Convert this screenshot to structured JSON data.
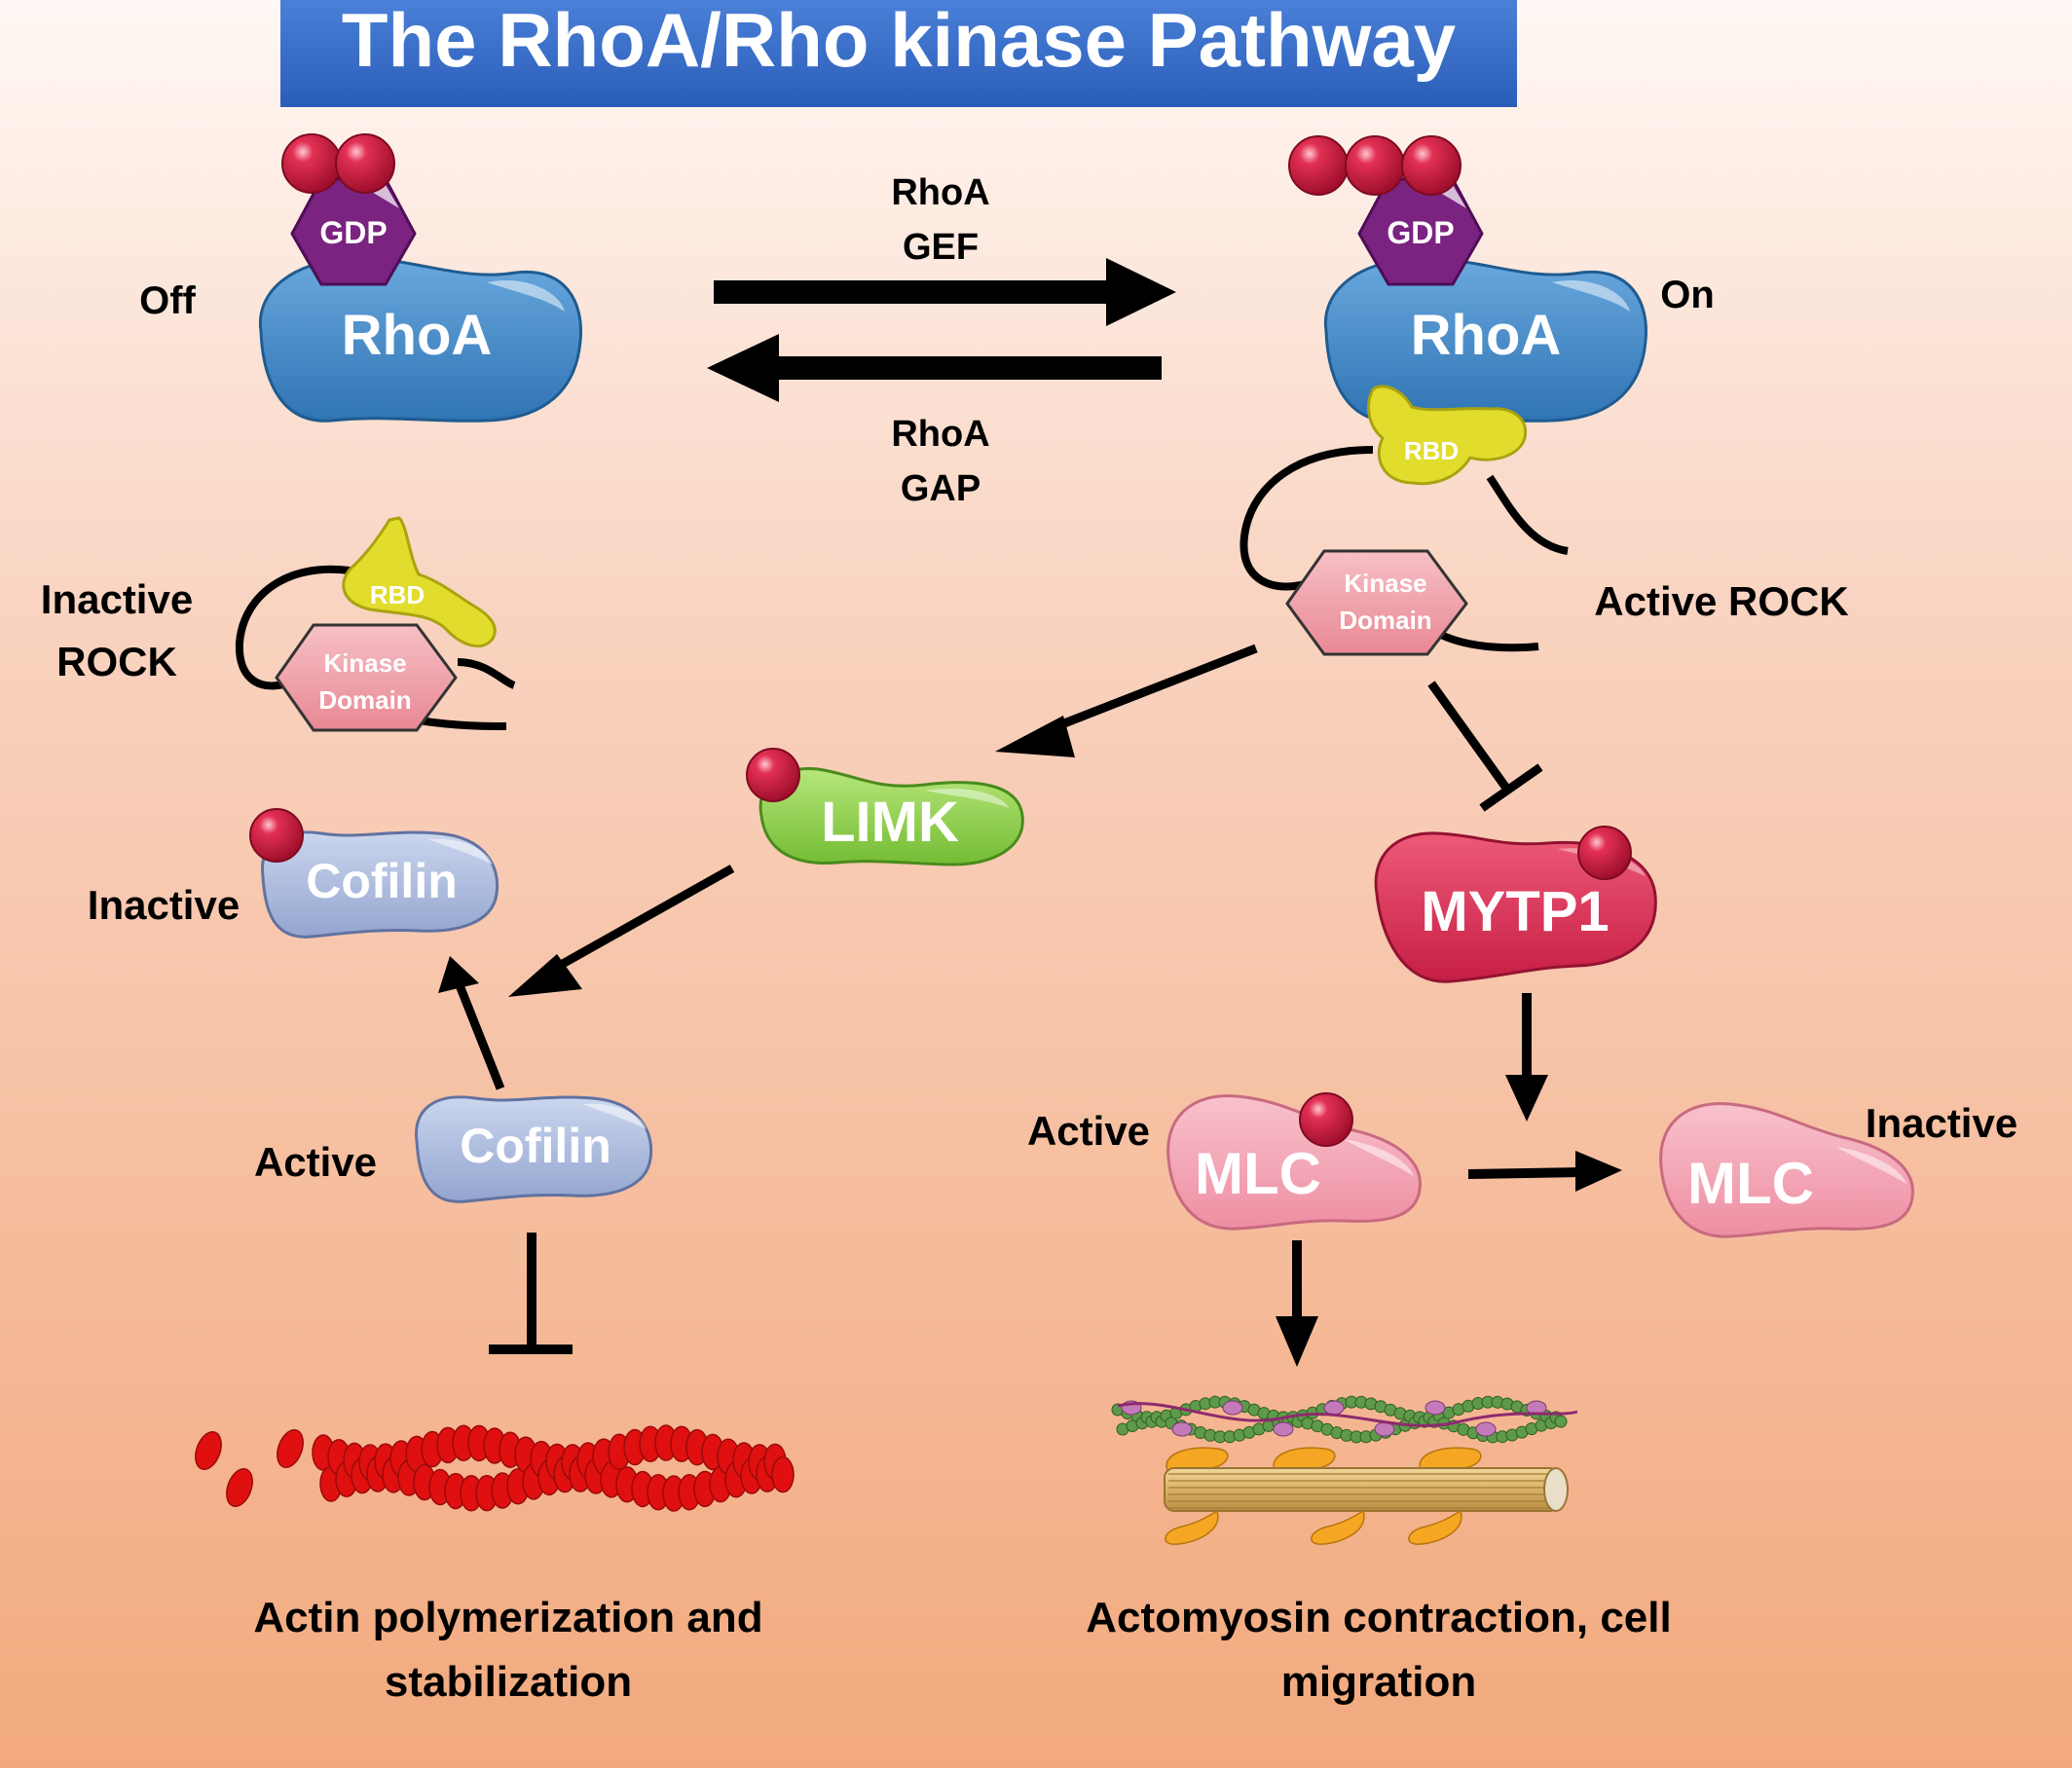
{
  "title": "The RhoA/Rho kinase Pathway",
  "colors": {
    "bg_top": "#FFF8F4",
    "bg_bottom": "#F2A97D",
    "title_bar": "#2F68C6",
    "rhoa": "#3D86C6",
    "gdp": "#7A2380",
    "phosphate": "#D01840",
    "rbd": "#E2DC2C",
    "kinase": "#F0A0A8",
    "limk": "#8ED048",
    "cofilin": "#A7B6D9",
    "mytp1": "#DA2F55",
    "mlc": "#F2A3B2",
    "actin": "#E01010",
    "arrow": "#000000"
  },
  "rhoa_cycle": {
    "off": {
      "state_label": "Off",
      "protein_label": "RhoA",
      "nucleotide": "GDP"
    },
    "on": {
      "state_label": "On",
      "protein_label": "RhoA",
      "nucleotide": "GDP"
    },
    "gef_label": [
      "RhoA",
      "GEF"
    ],
    "gap_label": [
      "RhoA",
      "GAP"
    ]
  },
  "rock": {
    "inactive_label": [
      "Inactive",
      "ROCK"
    ],
    "active_label": "Active ROCK",
    "rbd_label": "RBD",
    "kinase_label": [
      "Kinase",
      "Domain"
    ]
  },
  "limk": {
    "label": "LIMK"
  },
  "cofilin": {
    "label": "Cofilin",
    "inactive_label": "Inactive",
    "active_label": "Active"
  },
  "mytp1": {
    "label": "MYTP1"
  },
  "mlc": {
    "label": "MLC",
    "active_label": "Active",
    "inactive_label": "Inactive"
  },
  "outcomes": {
    "actin": [
      "Actin polymerization and",
      "stabilization"
    ],
    "actomyosin": [
      "Actomyosin contraction, cell",
      "migration"
    ]
  },
  "icons": {
    "phosphate": "phosphate-bead-icon",
    "nucleotide": "gdp-hexagon-icon",
    "actin_filament": "actin-filament-icon",
    "muscle_fiber": "actomyosin-fiber-icon"
  }
}
